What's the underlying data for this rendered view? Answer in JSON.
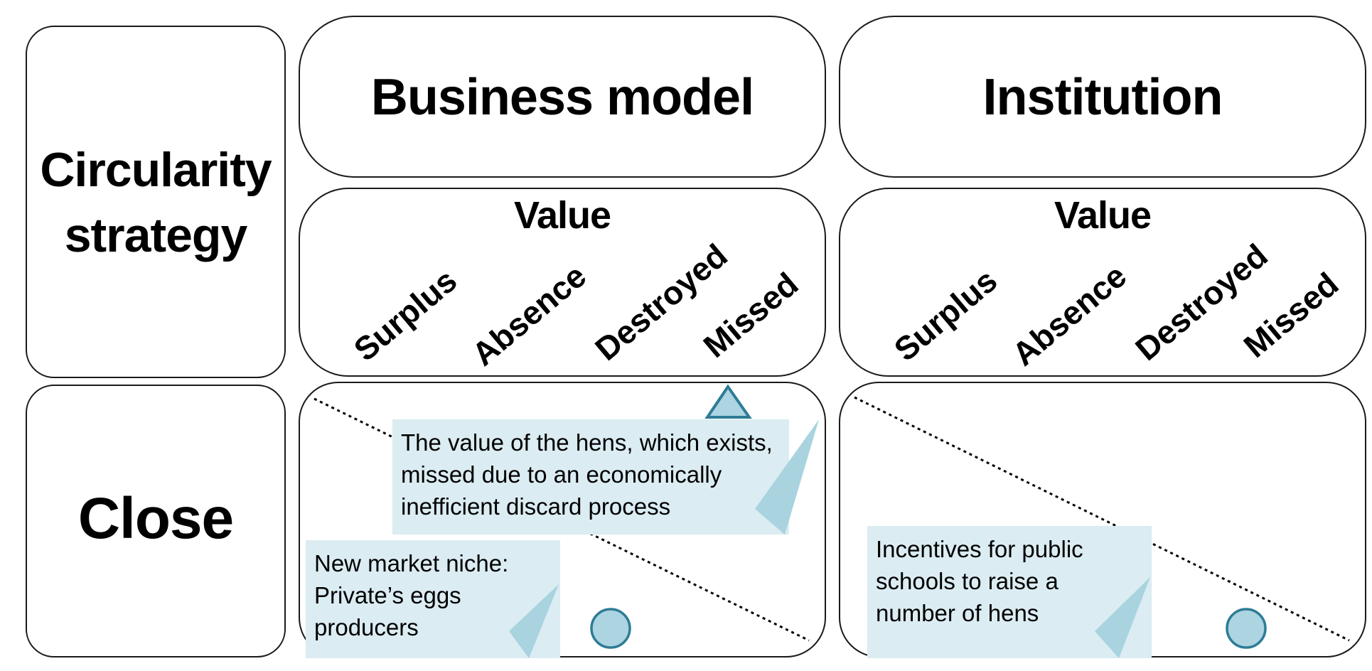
{
  "header": {
    "strategy_label": "Circularity strategy",
    "business_model_title": "Business model",
    "institution_title": "Institution"
  },
  "value_axis": {
    "title": "Value",
    "categories": [
      "Surplus",
      "Absence",
      "Destroyed",
      "Missed"
    ]
  },
  "row": {
    "label": "Close"
  },
  "callouts": {
    "hens_value": "The value of the hens, which exists, missed due to an economically inefficient discard process",
    "market_niche": "New market niche: Private’s  eggs producers",
    "incentives": "Incentives for public schools to raise a number of hens"
  },
  "colors": {
    "callout_fill": "#dbecf2",
    "callout_tail": "#a8d3df",
    "marker_fill": "#acd4e1",
    "marker_stroke": "#2e7c96"
  }
}
